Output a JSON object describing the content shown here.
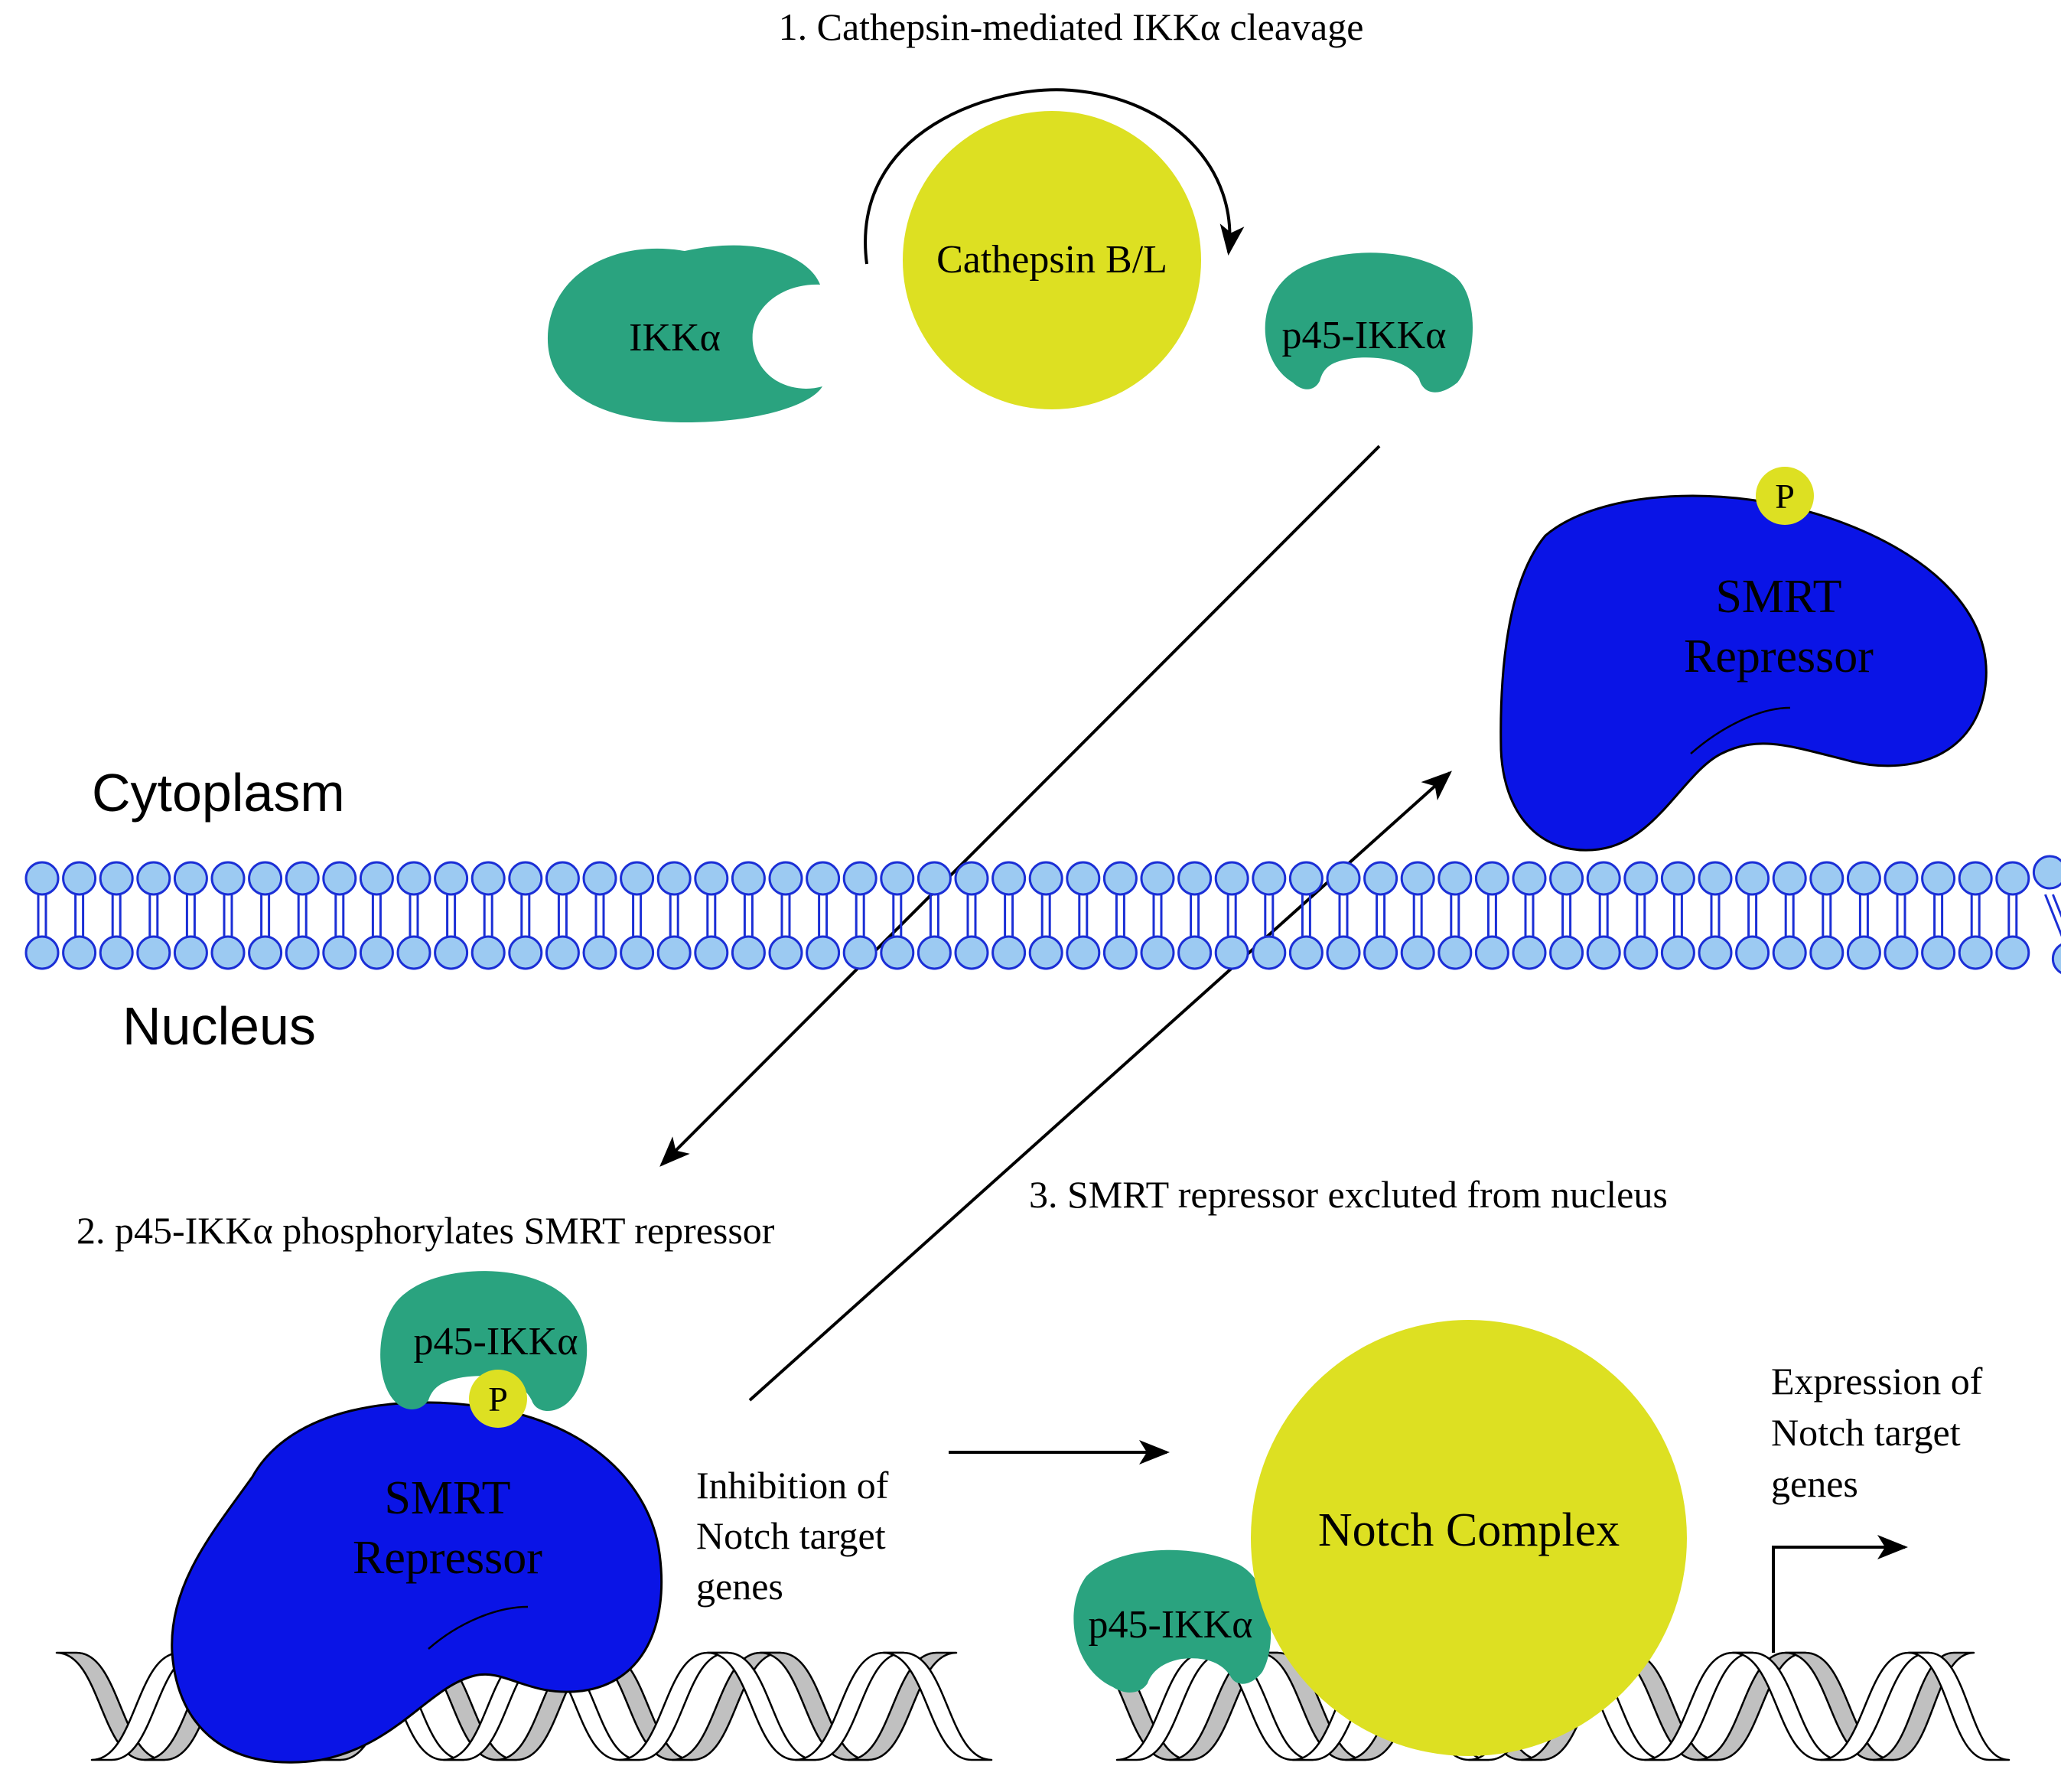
{
  "steps": {
    "step1": "1. Cathepsin-mediated IKKα cleavage",
    "step2": "2. p45-IKKα phosphorylates SMRT repressor",
    "step3": "3. SMRT repressor excluted from nucleus"
  },
  "compartments": {
    "cytoplasm": "Cytoplasm",
    "nucleus": "Nucleus"
  },
  "molecules": {
    "ikka": "IKKα",
    "cathepsin": "Cathepsin B/L",
    "p45_top": "p45-IKKα",
    "p45_left": "p45-IKKα",
    "p45_right": "p45-IKKα",
    "phospho_top": "P",
    "phospho_left": "P",
    "smrt_top_line1": "SMRT",
    "smrt_top_line2": "Repressor",
    "smrt_left_line1": "SMRT",
    "smrt_left_line2": "Repressor",
    "notch": "Notch Complex"
  },
  "outcomes": {
    "inhibition": [
      "Inhibition of",
      "Notch target",
      "genes"
    ],
    "expression": [
      "Expression of",
      "Notch target",
      "genes"
    ]
  },
  "colors": {
    "teal": "#2aa37f",
    "yellow": "#dde022",
    "blue": "#0a14e6",
    "membrane": "#9ccaf2",
    "membrane_stroke": "#1b2fd6",
    "dna_gray": "#c0c0c0"
  }
}
